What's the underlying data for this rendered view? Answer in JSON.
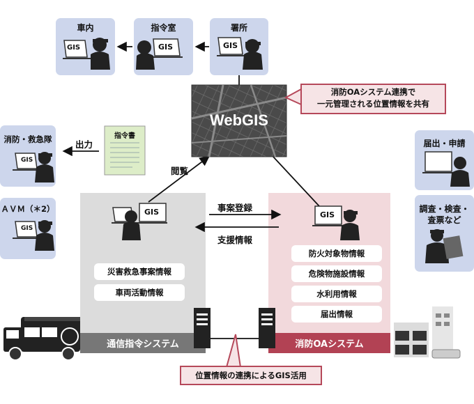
{
  "top_stations": {
    "car": "車内",
    "command_room": "指令室",
    "fire_station": "署所"
  },
  "left_stations": {
    "rescue": "消防・救急隊",
    "avm": "ＡＶＭ（＊2）"
  },
  "right_stations": {
    "notification": "届出・申請",
    "inspection": "調査・検査・\n査票など"
  },
  "gis_label": "GIS",
  "webgis": {
    "title": "WebGIS",
    "callout": "消防OAシステム連携で\n一元管理される位置情報を共有"
  },
  "document": {
    "label": "指令書",
    "output": "出力"
  },
  "browse_label": "閲覧",
  "comm_system": {
    "name": "通信指令システム",
    "items": [
      "災害救急事案情報",
      "車両活動情報"
    ]
  },
  "oa_system": {
    "name": "消防OAシステム",
    "items": [
      "防火対象物情報",
      "危険物施設情報",
      "水利用情報",
      "届出情報"
    ]
  },
  "flows": {
    "case_registration": "事案登録",
    "support_info": "支援情報"
  },
  "bottom_callout": "位置情報の連携によるGIS活用",
  "colors": {
    "card": "#cdd6ec",
    "comm_bg": "#dcdcdc",
    "comm_bar": "#777777",
    "oa_bg": "#f2d9dc",
    "oa_bar": "#b24254",
    "callout_border": "#b5485a",
    "callout_bg": "#f6e4e6"
  }
}
